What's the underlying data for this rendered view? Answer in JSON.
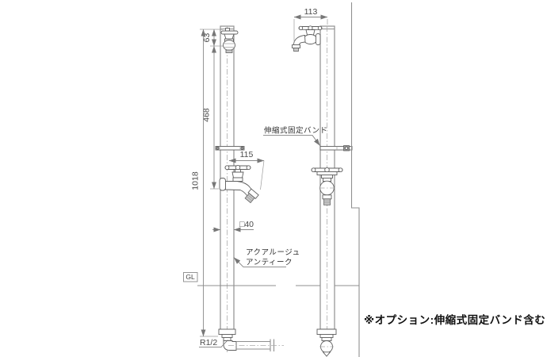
{
  "drawing": {
    "note": "※オプション:伸縮式固定バンド含む",
    "ground_label": "GL",
    "band_label": "伸縮式固定バンド",
    "product_label": {
      "line1": "アクアルージュ",
      "line2": "アンティーク"
    },
    "dimensions": {
      "upper_faucet_height": "63",
      "spout_to_lower_faucet": "468",
      "total_height": "1018",
      "lower_spout_reach": "115",
      "upper_spout_reach": "113",
      "post_section": "□40",
      "connection_thread": "R1/2"
    },
    "colors": {
      "line": "#8f8f8f",
      "detail": "#5f5f5f",
      "text": "#4a4a4a",
      "note_text": "#111111"
    }
  }
}
